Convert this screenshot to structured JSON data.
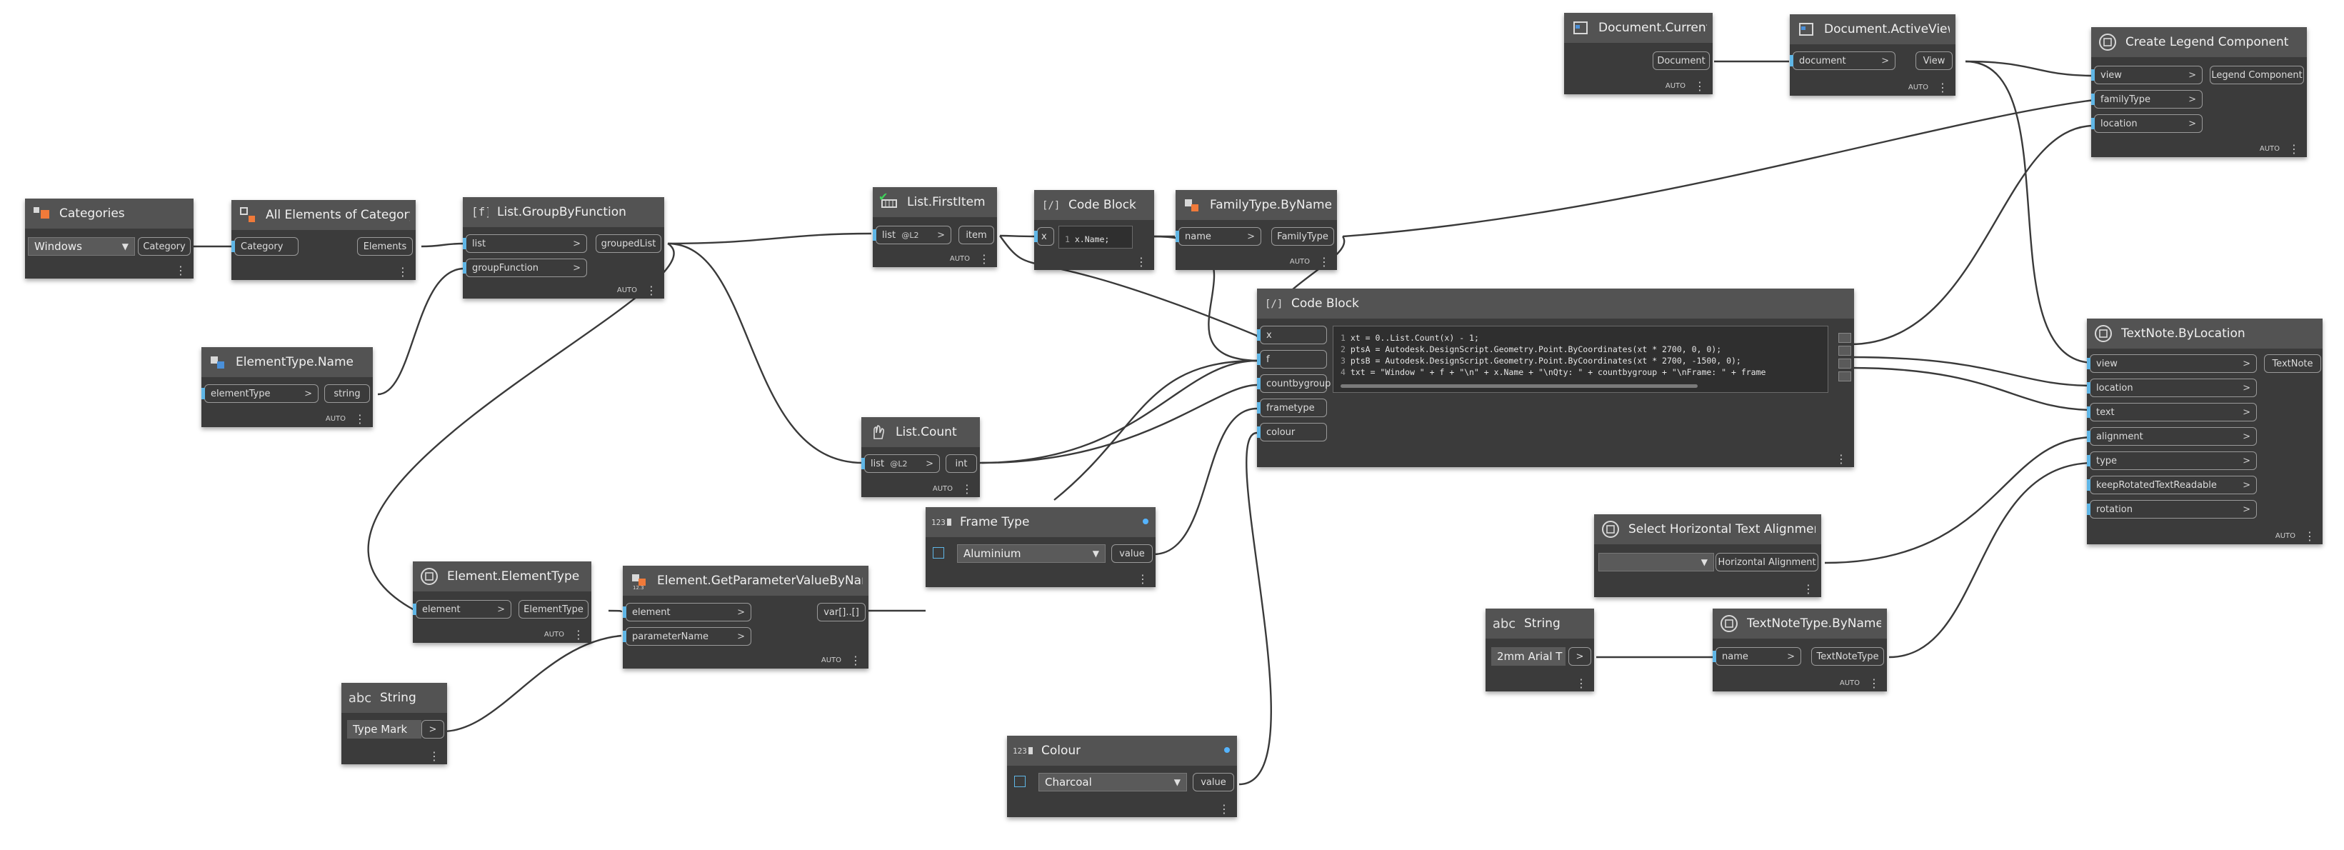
{
  "nodes": {
    "categories": {
      "title": "Categories",
      "selected": "Windows",
      "output": "Category"
    },
    "all_elements": {
      "title": "All Elements of Category",
      "input": "Category",
      "output": "Elements"
    },
    "group_by": {
      "title": "List.GroupByFunction",
      "inputs": [
        "list",
        "groupFunction"
      ],
      "output": "groupedList",
      "auto": "AUTO"
    },
    "elementtype_name": {
      "title": "ElementType.Name",
      "input": "elementType",
      "output": "string",
      "auto": "AUTO"
    },
    "first_item": {
      "title": "List.FirstItem",
      "input": "list",
      "lacing": "@L2",
      "output": "item",
      "auto": "AUTO"
    },
    "code_block_small": {
      "title": "Code Block",
      "input": "x",
      "code_line_no": "1",
      "code": "x.Name;"
    },
    "family_type_by_name": {
      "title": "FamilyType.ByName",
      "input": "name",
      "output": "FamilyType",
      "auto": "AUTO"
    },
    "list_count": {
      "title": "List.Count",
      "input": "list",
      "lacing": "@L2",
      "output": "int",
      "auto": "AUTO"
    },
    "code_block_big": {
      "title": "Code Block",
      "inputs": [
        "x",
        "f",
        "countbygroup",
        "frametype",
        "colour"
      ],
      "lines": [
        {
          "n": "1",
          "text": "xt = 0..List.Count(x) - 1;"
        },
        {
          "n": "2",
          "text": "ptsA = Autodesk.DesignScript.Geometry.Point.ByCoordinates(xt * 2700, 0, 0);"
        },
        {
          "n": "3",
          "text": "ptsB = Autodesk.DesignScript.Geometry.Point.ByCoordinates(xt * 2700, -1500, 0);"
        },
        {
          "n": "4",
          "text": "txt = \"Window \" + f + \"\\n\" + x.Name + \"\\nQty: \" + countbygroup + \"\\nFrame: \" + frame"
        }
      ]
    },
    "frame_type": {
      "title": "Frame Type",
      "selected": "Aluminium",
      "output": "value"
    },
    "element_elementtype": {
      "title": "Element.ElementType",
      "input": "element",
      "output": "ElementType",
      "auto": "AUTO"
    },
    "get_param": {
      "title": "Element.GetParameterValueByName",
      "inputs": [
        "element",
        "parameterName"
      ],
      "output": "var[]..[]",
      "auto": "AUTO"
    },
    "string_typemark": {
      "title": "String",
      "value": "Type Mark",
      "output": ">"
    },
    "colour": {
      "title": "Colour",
      "selected": "Charcoal",
      "output": "value"
    },
    "document_current": {
      "title": "Document.Current",
      "output": "Document",
      "auto": "AUTO"
    },
    "document_activeview": {
      "title": "Document.ActiveView",
      "input": "document",
      "output": "View",
      "auto": "AUTO"
    },
    "create_legend": {
      "title": "Create Legend Component",
      "inputs": [
        "view",
        "familyType",
        "location"
      ],
      "output": "Legend Component",
      "auto": "AUTO"
    },
    "textnote_bylocation": {
      "title": "TextNote.ByLocation",
      "inputs": [
        "view",
        "location",
        "text",
        "alignment",
        "type",
        "keepRotatedTextReadable",
        "rotation"
      ],
      "output": "TextNote",
      "auto": "AUTO"
    },
    "select_alignment": {
      "title": "Select Horizontal Text Alignment",
      "selected": "",
      "output": "Horizontal Alignment"
    },
    "string_font": {
      "title": "String",
      "value": "2mm Arial T",
      "output": ">"
    },
    "textnotetype_byname": {
      "title": "TextNoteType.ByName",
      "input": "name",
      "output": "TextNoteType",
      "auto": "AUTO"
    }
  },
  "colors": {
    "canvas": "#ffffff",
    "node_body": "#3b3b3b",
    "node_header": "#535353",
    "port_marker": "#5fb6e6",
    "wire": "#3a3a3a"
  },
  "icons": [
    "categories-icon",
    "select-icon",
    "list-icon",
    "code-block-icon",
    "family-icon",
    "count-hand-icon",
    "number-dropdown-icon",
    "custom-node-icon",
    "string-icon",
    "document-icon",
    "checkmark-icon"
  ]
}
